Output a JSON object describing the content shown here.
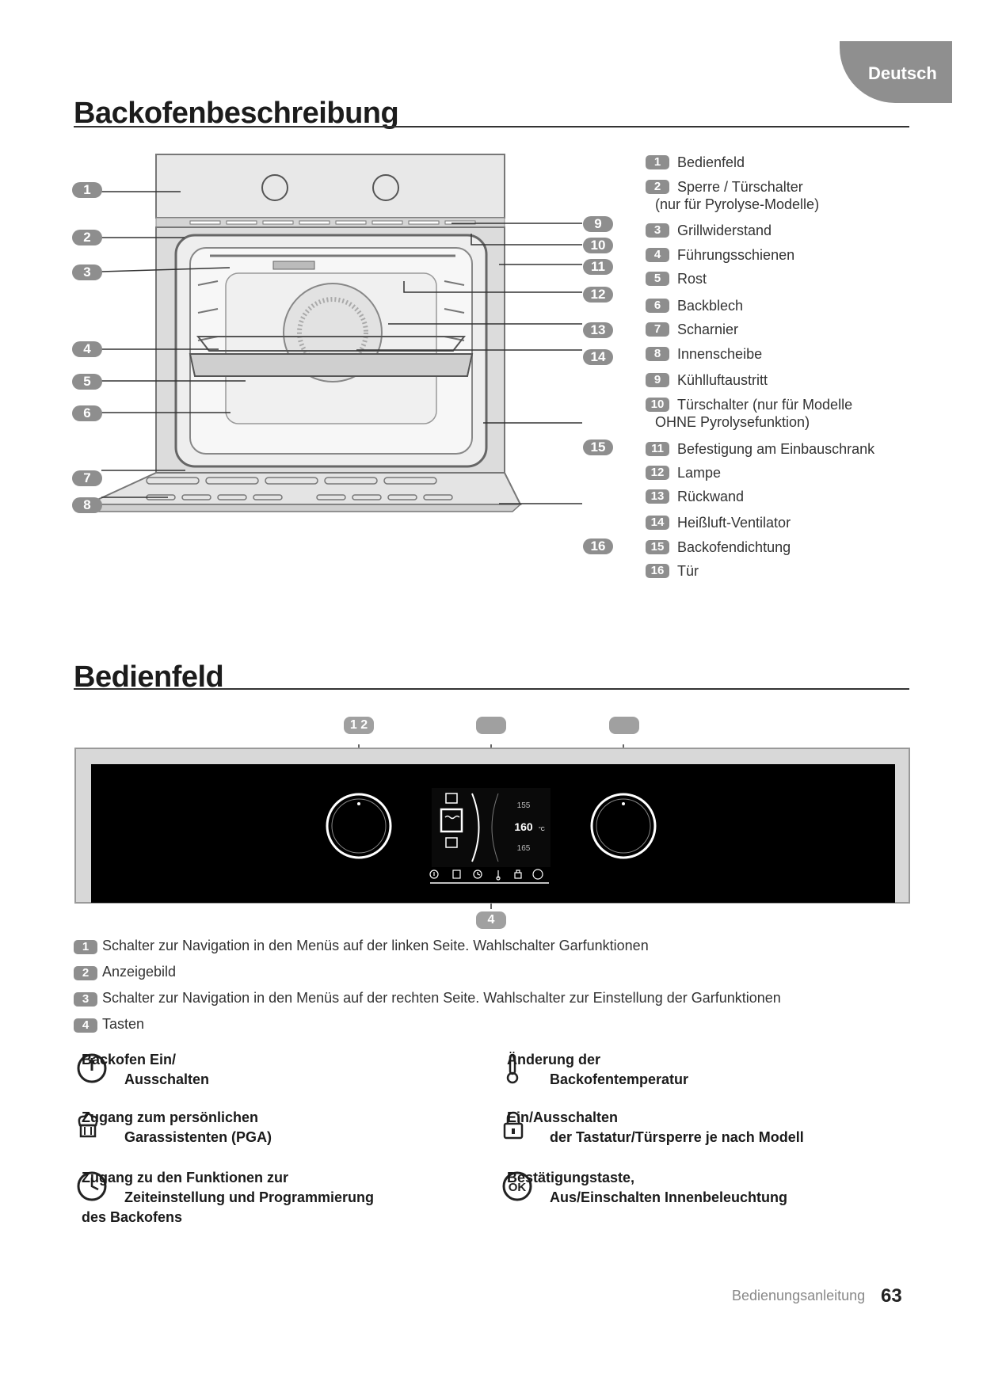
{
  "language_tab": "Deutsch",
  "section1": {
    "title": "Backofenbeschreibung",
    "callouts_left": [
      "1",
      "2",
      "3",
      "4",
      "5",
      "6",
      "7",
      "8"
    ],
    "callouts_right": [
      "9",
      "10",
      "11",
      "12",
      "13",
      "14",
      "15",
      "16"
    ],
    "legend": [
      {
        "num": "1",
        "text": "Bedienfeld",
        "sub": ""
      },
      {
        "num": "2",
        "text": "Sperre / Türschalter",
        "sub": "(nur für Pyrolyse-Modelle)"
      },
      {
        "num": "3",
        "text": "Grillwiderstand",
        "sub": ""
      },
      {
        "num": "4",
        "text": "Führungsschienen",
        "sub": ""
      },
      {
        "num": "5",
        "text": "Rost",
        "sub": ""
      },
      {
        "num": "6",
        "text": "Backblech",
        "sub": ""
      },
      {
        "num": "7",
        "text": "Scharnier",
        "sub": ""
      },
      {
        "num": "8",
        "text": "Innenscheibe",
        "sub": ""
      },
      {
        "num": "9",
        "text": "Kühlluftaustritt",
        "sub": ""
      },
      {
        "num": "10",
        "text": "Türschalter (nur für Modelle",
        "sub": "OHNE Pyrolysefunktion)"
      },
      {
        "num": "11",
        "text": "Befestigung am Einbauschrank",
        "sub": ""
      },
      {
        "num": "12",
        "text": "Lampe",
        "sub": ""
      },
      {
        "num": "13",
        "text": "Rückwand",
        "sub": ""
      },
      {
        "num": "14",
        "text": "Heißluft-Ventilator",
        "sub": ""
      },
      {
        "num": "15",
        "text": "Backofendichtung",
        "sub": ""
      },
      {
        "num": "16",
        "text": "Tür",
        "sub": ""
      }
    ]
  },
  "section2": {
    "title": "Bedienfeld",
    "panel_callouts": [
      "1 2",
      "",
      "",
      "4"
    ],
    "display": {
      "temps": [
        "155",
        "160",
        "165"
      ],
      "temp_unit": "°C"
    },
    "legend": [
      {
        "num": "1",
        "text": "Schalter zur Navigation in den Menüs auf der linken Seite. Wahlschalter Garfunktionen"
      },
      {
        "num": "2",
        "text": "Anzeigebild"
      },
      {
        "num": "3",
        "text": "Schalter zur Navigation in den Menüs auf der rechten Seite. Wahlschalter zur Einstellung der Garfunktionen"
      },
      {
        "num": "4",
        "text": "Tasten"
      }
    ],
    "keys": [
      {
        "icon": "power-icon",
        "line1": "Backofen Ein/",
        "line2": "Ausschalten",
        "line3": ""
      },
      {
        "icon": "thermometer-icon",
        "line1": "Änderung der",
        "line2": "Backofentemperatur",
        "line3": ""
      },
      {
        "icon": "chef-hat-icon",
        "line1": "Zugang zum persönlichen",
        "line2": "Garassistenten (PGA)",
        "line3": ""
      },
      {
        "icon": "lock-icon",
        "line1": "Ein/Ausschalten",
        "line2": "der Tastatur/Türsperre je nach Modell",
        "line3": ""
      },
      {
        "icon": "clock-icon",
        "line1": "Zugang zu den Funktionen zur",
        "line2": "Zeiteinstellung und Programmierung",
        "line3": "des Backofens"
      },
      {
        "icon": "ok-icon",
        "line1": "Bestätigungstaste,",
        "line2": "Aus/Einschalten Innenbeleuchtung",
        "line3": ""
      }
    ]
  },
  "footer": {
    "label": "Bedienungsanleitung",
    "page": "63"
  }
}
